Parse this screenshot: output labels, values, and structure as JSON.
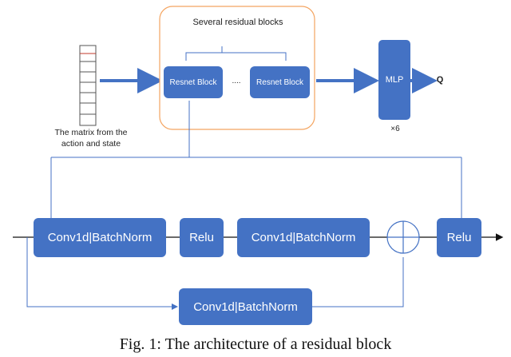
{
  "top": {
    "group_label": "Several residual blocks",
    "block_1": "Resnet Block",
    "ellipsis": "....",
    "block_2": "Resnet Block",
    "mlp": "MLP",
    "multiplier": "×6",
    "output": "Q",
    "input_caption_line1": "The matrix from the",
    "input_caption_line2": "action and state"
  },
  "bottom": {
    "conv_1": "Conv1d|BatchNorm",
    "relu_1": "Relu",
    "conv_2": "Conv1d|BatchNorm",
    "relu_2": "Relu",
    "conv_skip": "Conv1d|BatchNorm"
  },
  "caption": "Fig. 1: The architecture of a residual block",
  "colors": {
    "block_fill": "#4472c4",
    "group_border": "#f4a460",
    "line": "#4472c4"
  }
}
